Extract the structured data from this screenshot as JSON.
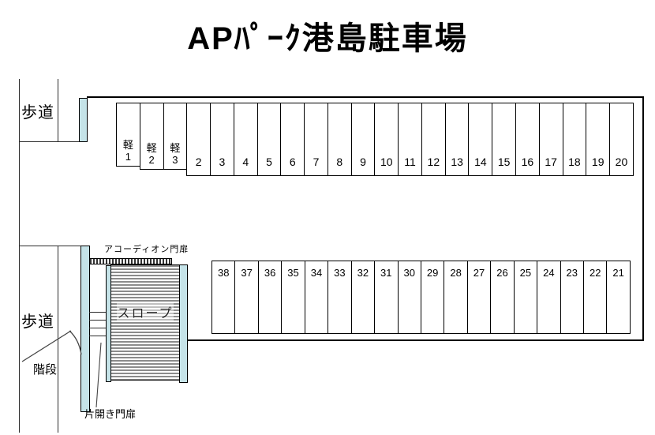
{
  "title": "APﾊﾟｰｸ港島駐車場",
  "labels": {
    "sidewalk_top": "歩道",
    "sidewalk_bottom": "歩道",
    "accordion_gate": "アコーディオン門扉",
    "slope": "スロープ",
    "stairs": "階段",
    "swing_gate": "片開き門扉"
  },
  "colors": {
    "walkway_blue": "#c5e3e8",
    "outline": "#000000",
    "hatch_gray": "#8b8b8b"
  },
  "parking": {
    "top_row": {
      "spaces": [
        {
          "type": "kei1",
          "label": "軽1",
          "line1": "軽",
          "line2": "1"
        },
        {
          "type": "kei",
          "label": "軽2",
          "line1": "軽",
          "line2": "2"
        },
        {
          "type": "kei",
          "label": "軽3",
          "line1": "軽",
          "line2": "3"
        },
        {
          "type": "normal",
          "label": "2"
        },
        {
          "type": "normal",
          "label": "3"
        },
        {
          "type": "normal",
          "label": "4"
        },
        {
          "type": "normal",
          "label": "5"
        },
        {
          "type": "normal",
          "label": "6"
        },
        {
          "type": "normal",
          "label": "7"
        },
        {
          "type": "normal",
          "label": "8"
        },
        {
          "type": "normal",
          "label": "9"
        },
        {
          "type": "normal",
          "label": "10"
        },
        {
          "type": "normal",
          "label": "11"
        },
        {
          "type": "normal",
          "label": "12"
        },
        {
          "type": "normal",
          "label": "13"
        },
        {
          "type": "normal",
          "label": "14"
        },
        {
          "type": "normal",
          "label": "15"
        },
        {
          "type": "normal",
          "label": "16"
        },
        {
          "type": "normal",
          "label": "17"
        },
        {
          "type": "normal",
          "label": "18"
        },
        {
          "type": "normal",
          "label": "19"
        },
        {
          "type": "normal",
          "label": "20"
        }
      ]
    },
    "bottom_row": {
      "spaces": [
        {
          "type": "normal",
          "label": "38"
        },
        {
          "type": "normal",
          "label": "37"
        },
        {
          "type": "normal",
          "label": "36"
        },
        {
          "type": "normal",
          "label": "35"
        },
        {
          "type": "normal",
          "label": "34"
        },
        {
          "type": "normal",
          "label": "33"
        },
        {
          "type": "normal",
          "label": "32"
        },
        {
          "type": "normal",
          "label": "31"
        },
        {
          "type": "normal",
          "label": "30"
        },
        {
          "type": "normal",
          "label": "29"
        },
        {
          "type": "normal",
          "label": "28"
        },
        {
          "type": "normal",
          "label": "27"
        },
        {
          "type": "normal",
          "label": "26"
        },
        {
          "type": "normal",
          "label": "25"
        },
        {
          "type": "normal",
          "label": "24"
        },
        {
          "type": "normal",
          "label": "23"
        },
        {
          "type": "normal",
          "label": "22"
        },
        {
          "type": "normal",
          "label": "21"
        }
      ]
    }
  }
}
